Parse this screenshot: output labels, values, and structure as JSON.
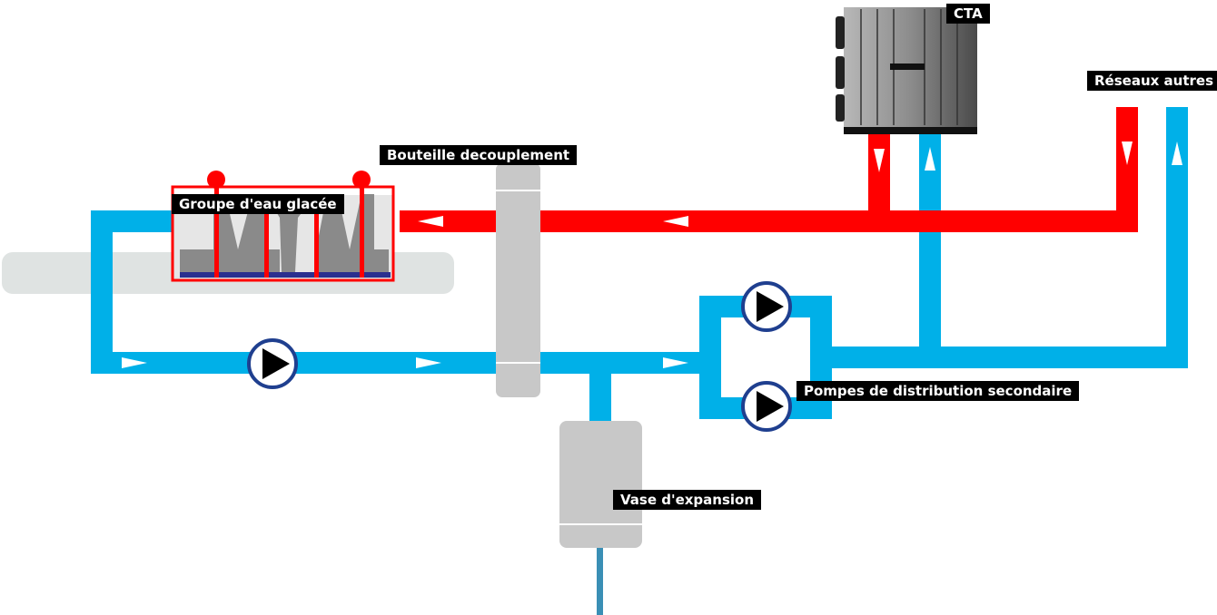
{
  "labels": {
    "cta": "CTA",
    "reseaux_autres": "Réseaux autres",
    "bouteille": "Bouteille decouplement",
    "groupe": "Groupe d'eau glacée",
    "pompes_secondaires": "Pompes de distribution secondaire",
    "vase_expansion": "Vase d'expansion"
  },
  "colors": {
    "hot": "#ff0000",
    "cold": "#00b0e8",
    "pump_ring": "#1f3f8f",
    "equipment_gray": "#c8c8c8",
    "label_bg": "#000000",
    "label_text": "#ffffff"
  }
}
